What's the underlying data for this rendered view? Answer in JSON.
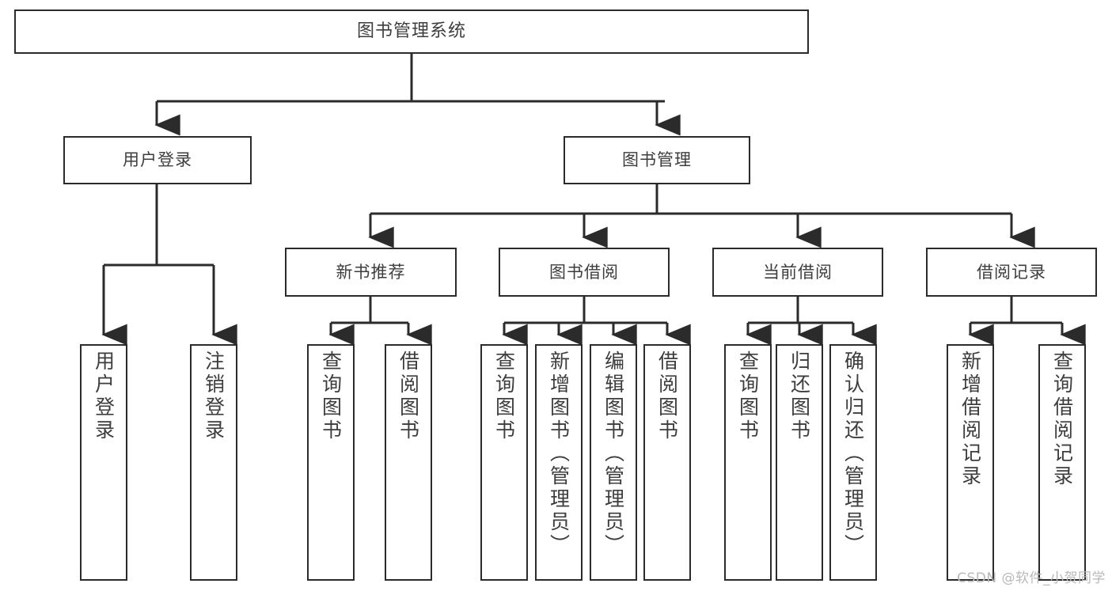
{
  "diagram": {
    "title": "图书管理系统",
    "type": "tree-hierarchy-functional-decomposition",
    "root": {
      "label": "图书管理系统"
    },
    "level2": [
      {
        "label": "用户登录"
      },
      {
        "label": "图书管理"
      }
    ],
    "level3": [
      {
        "label": "新书推荐"
      },
      {
        "label": "图书借阅"
      },
      {
        "label": "当前借阅"
      },
      {
        "label": "借阅记录"
      }
    ],
    "leaves": {
      "user_login": [
        {
          "label": "用户登录"
        },
        {
          "label": "注销登录"
        }
      ],
      "new_book_recommend": [
        {
          "label": "查询图书"
        },
        {
          "label": "借阅图书"
        }
      ],
      "book_borrow": [
        {
          "label": "查询图书"
        },
        {
          "label": "新增图书（管理员）"
        },
        {
          "label": "编辑图书（管理员）"
        },
        {
          "label": "借阅图书"
        }
      ],
      "current_borrow": [
        {
          "label": "查询图书"
        },
        {
          "label": "归还图书"
        },
        {
          "label": "确认归还（管理员）"
        }
      ],
      "borrow_record": [
        {
          "label": "新增借阅记录"
        },
        {
          "label": "查询借阅记录"
        }
      ]
    },
    "watermark": "CSDN @软件_小贺同学",
    "colors": {
      "border": "#2b2b2b",
      "text": "#3d3d3d",
      "background": "#ffffff",
      "wire": "#2b2b2b",
      "watermark": "#b9b9b9"
    }
  }
}
